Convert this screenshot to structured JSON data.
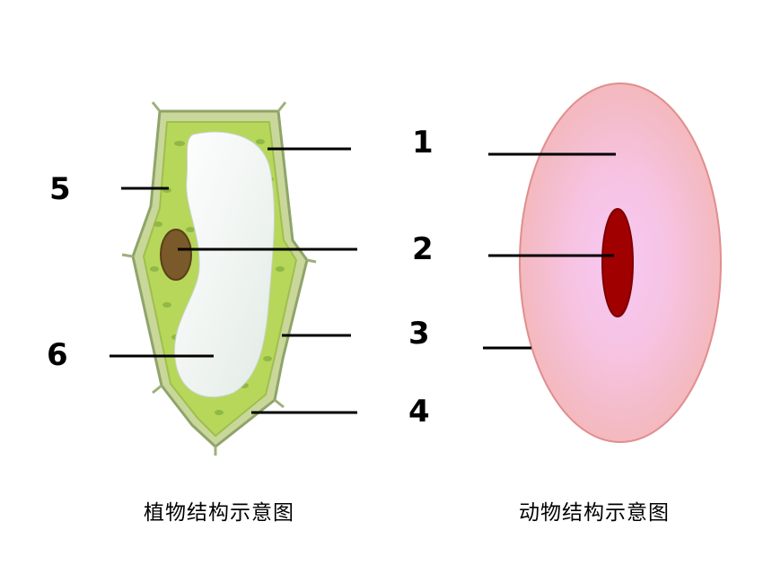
{
  "plant_cell": {
    "caption": "植物结构示意图",
    "labels": {
      "l5": "5",
      "l6": "6"
    }
  },
  "animal_cell": {
    "caption": "动物结构示意图"
  },
  "center_labels": {
    "l1": "1",
    "l2": "2",
    "l3": "3",
    "l4": "4"
  },
  "colors": {
    "cell_wall": "#c9d79a",
    "cytoplasm": "#b6d65a",
    "vacuole": "#f3f6f3",
    "nucleus_plant": "#7a5a2a",
    "animal_cytoplasm": "#f7c3c3",
    "animal_center": "#f6c6ee",
    "animal_nucleus": "#a00000"
  }
}
